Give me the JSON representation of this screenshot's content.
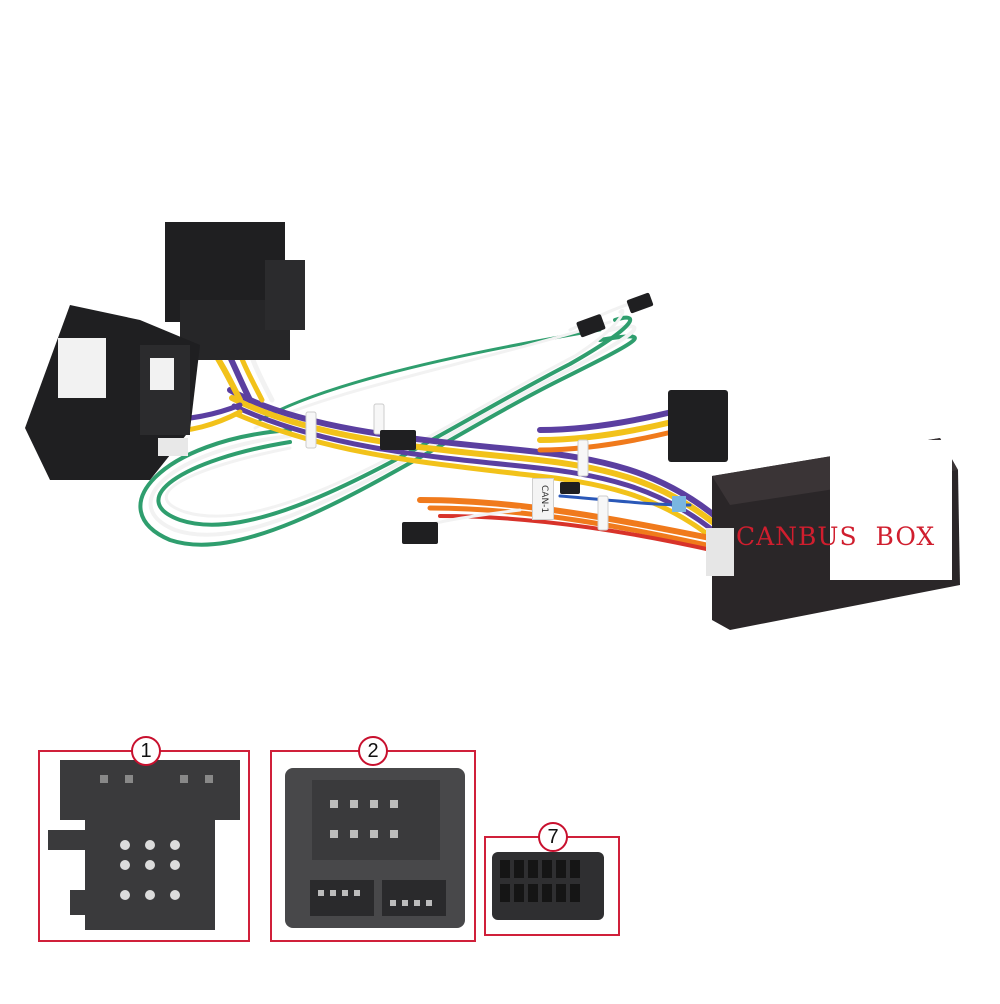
{
  "product": {
    "box_label": "CANBUS  BOX",
    "can_tag": "CAN-1"
  },
  "connectors": [
    {
      "badge": "1"
    },
    {
      "badge": "2"
    },
    {
      "badge": "7"
    }
  ],
  "colors": {
    "label_red": "#d01e2e",
    "connector_black": "#1f1f21",
    "box_body": "#2a2628",
    "badge_border": "#c8102e",
    "wire_green": "#2f9e6e",
    "wire_white": "#f2f2f2",
    "wire_yellow": "#f2c21a",
    "wire_purple": "#5b3fa0",
    "wire_orange": "#f07a1c",
    "wire_blue": "#2a58b8",
    "wire_red": "#d8332a"
  }
}
